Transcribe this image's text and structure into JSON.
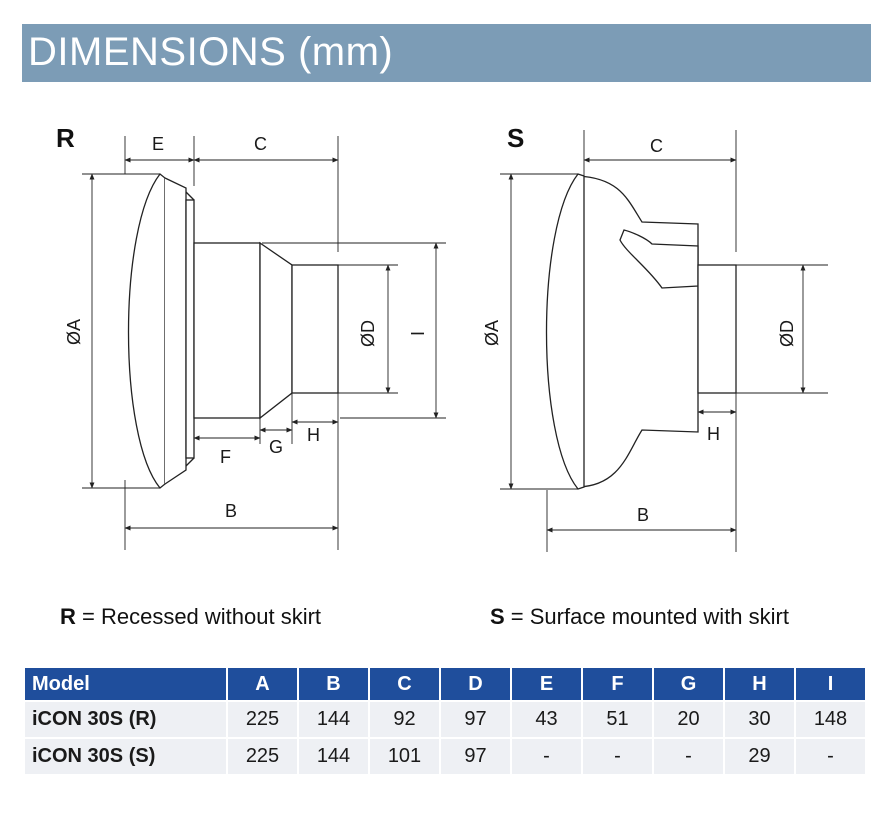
{
  "title": "DIMENSIONS (mm)",
  "views": {
    "recessed": {
      "tag": "R",
      "labels": {
        "E": "E",
        "C": "C",
        "A": "ØA",
        "D": "ØD",
        "I": "I",
        "F": "F",
        "G": "G",
        "H": "H",
        "B": "B"
      }
    },
    "surface": {
      "tag": "S",
      "labels": {
        "C": "C",
        "A": "ØA",
        "D": "ØD",
        "H": "H",
        "B": "B"
      }
    }
  },
  "legend": {
    "recessed": {
      "key": "R",
      "text": " = Recessed without skirt"
    },
    "surface": {
      "key": "S",
      "text": " = Surface mounted with skirt"
    }
  },
  "table": {
    "headers": [
      "Model",
      "A",
      "B",
      "C",
      "D",
      "E",
      "F",
      "G",
      "H",
      "I"
    ],
    "rows": [
      [
        "iCON 30S (R)",
        "225",
        "144",
        "92",
        "97",
        "43",
        "51",
        "20",
        "30",
        "148"
      ],
      [
        "iCON 30S (S)",
        "225",
        "144",
        "101",
        "97",
        "-",
        "-",
        "-",
        "29",
        "-"
      ]
    ]
  },
  "colors": {
    "title_bar": "#7c9cb6",
    "table_header": "#1f4e9c",
    "table_cell": "#eef0f4"
  }
}
